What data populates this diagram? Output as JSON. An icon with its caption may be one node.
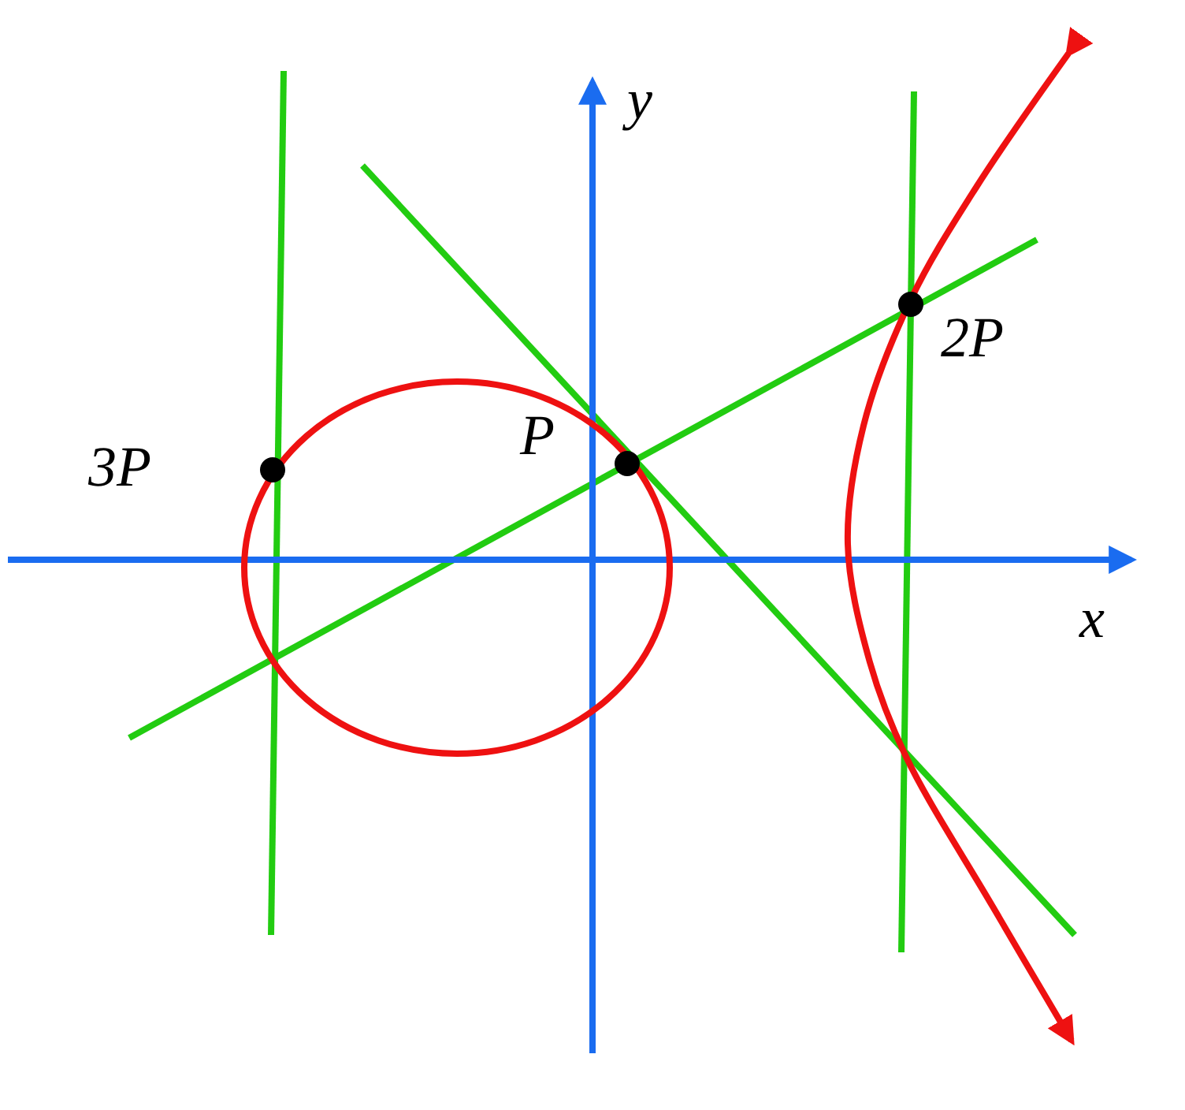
{
  "diagram": {
    "labels": [
      "y",
      "2P",
      "P",
      "3P",
      "x"
    ]
  }
}
